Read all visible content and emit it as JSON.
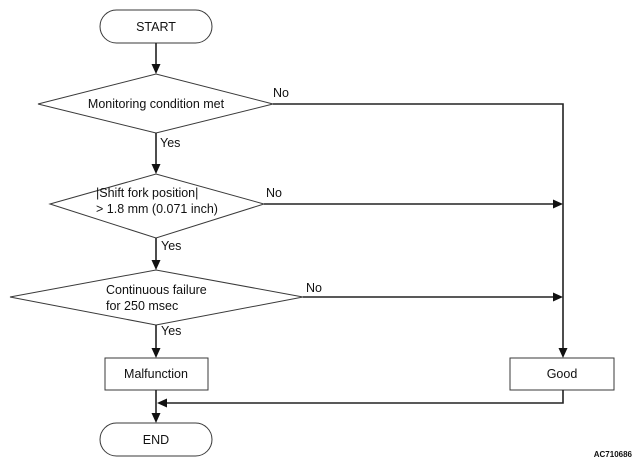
{
  "flowchart": {
    "start": "START",
    "end": "END",
    "decision1": {
      "lines": [
        "Monitoring condition met"
      ],
      "yes": "Yes",
      "no": "No"
    },
    "decision2": {
      "lines": [
        "|Shift fork position|",
        "> 1.8 mm (0.071 inch)"
      ],
      "yes": "Yes",
      "no": "No"
    },
    "decision3": {
      "lines": [
        "Continuous failure",
        "for 250 msec"
      ],
      "yes": "Yes",
      "no": "No"
    },
    "malfunction": "Malfunction",
    "good": "Good"
  },
  "figure_code": "AC710686"
}
